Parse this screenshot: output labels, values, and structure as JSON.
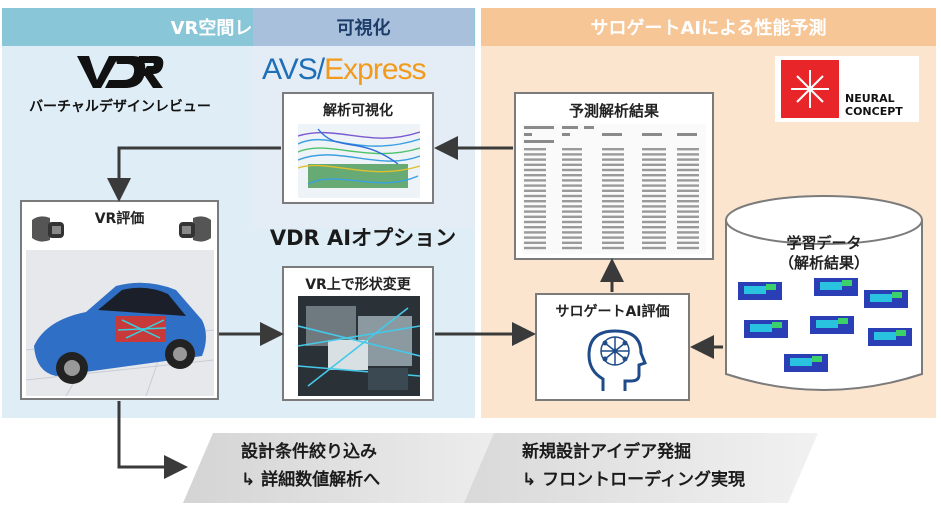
{
  "sections": {
    "vr_space": {
      "title": "VR空間レビュー",
      "logo_caption": "バーチャルデザインレビュー"
    },
    "visualization": {
      "title": "可視化",
      "avs_left": "AVS/",
      "avs_right": "Express"
    },
    "surrogate": {
      "title": "サロゲートAIによる性能予測",
      "nc_line1": "NEURAL",
      "nc_line2": "CONCEPT"
    }
  },
  "boxes": {
    "analysis_vis": "解析可視化",
    "vr_eval": "VR評価",
    "shape_change": "VR上で形状変更",
    "prediction": "予測解析結果",
    "surrogate_eval": "サロゲートAI評価",
    "training_data_line1": "学習データ",
    "training_data_line2": "（解析結果）"
  },
  "option_title": "VDR AIオプション",
  "outcomes": [
    {
      "line1": "設計条件絞り込み",
      "line2": "↳ 詳細数値解析へ"
    },
    {
      "line1": "新規設計アイデア発掘",
      "line2": "↳ フロントローディング実現"
    }
  ],
  "colors": {
    "arrow": "#3a3a3a",
    "vr_panel": "#dfeef6",
    "ai_panel": "#fbe5cf",
    "nc_red": "#e8262a"
  }
}
